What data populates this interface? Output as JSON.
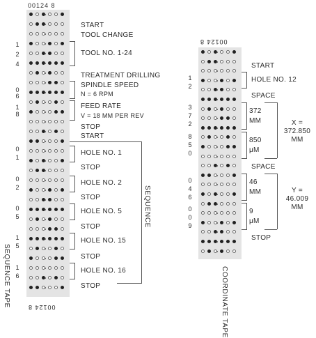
{
  "sequence_tape": {
    "header": "00124 8",
    "footer": "00124 8",
    "labels": {
      "start": "START",
      "tool_change": "TOOL CHANGE",
      "tool_no": "TOOL NO. 1-24",
      "treatment_drilling": "TREATMENT DRILLING",
      "spindle_speed": "SPINDLE SPEED",
      "spindle_value": "N = 6 RPM",
      "feed_rate": "FEED RATE",
      "feed_value": "V = 18 MM PER REV",
      "stop1": "STOP",
      "start2": "START",
      "hole1": "HOLE NO. 1",
      "stop2": "STOP",
      "hole2": "HOLE NO. 2",
      "stop3": "STOP",
      "hole5": "HOLE NO. 5",
      "stop4": "STOP",
      "hole15": "HOLE NO. 15",
      "stop5": "STOP",
      "hole16": "HOLE NO. 16",
      "stop6": "STOP"
    },
    "side_digits": [
      "1",
      "2",
      "4",
      "0",
      "6",
      "1",
      "8",
      "0",
      "1",
      "0",
      "2",
      "0",
      "5",
      "1",
      "5",
      "1",
      "6"
    ],
    "sequence_label": "SEQUENCE",
    "tape_label": "SEQUENCE TAPE"
  },
  "coordinate_tape": {
    "header": "00124 8",
    "labels": {
      "start": "START",
      "hole12": "HOLE NO. 12",
      "space1": "SPACE",
      "x_mm": "372",
      "x_mm_unit": "MM",
      "x_um": "850",
      "x_um_unit": "μM",
      "x_total": "X =",
      "x_total_value": "372.850",
      "x_total_unit": "MM",
      "space2": "SPACE",
      "y_mm": "46",
      "y_mm_unit": "MM",
      "y_um": "9",
      "y_um_unit": "μM",
      "y_total": "Y =",
      "y_total_value": "46.009",
      "y_total_unit": "MM",
      "stop": "STOP"
    },
    "side_digits": [
      "1",
      "2",
      "3",
      "7",
      "2",
      "8",
      "5",
      "0",
      "0",
      "4",
      "6",
      "0",
      "0",
      "9"
    ],
    "tape_label": "COORDINATE TAPE"
  }
}
